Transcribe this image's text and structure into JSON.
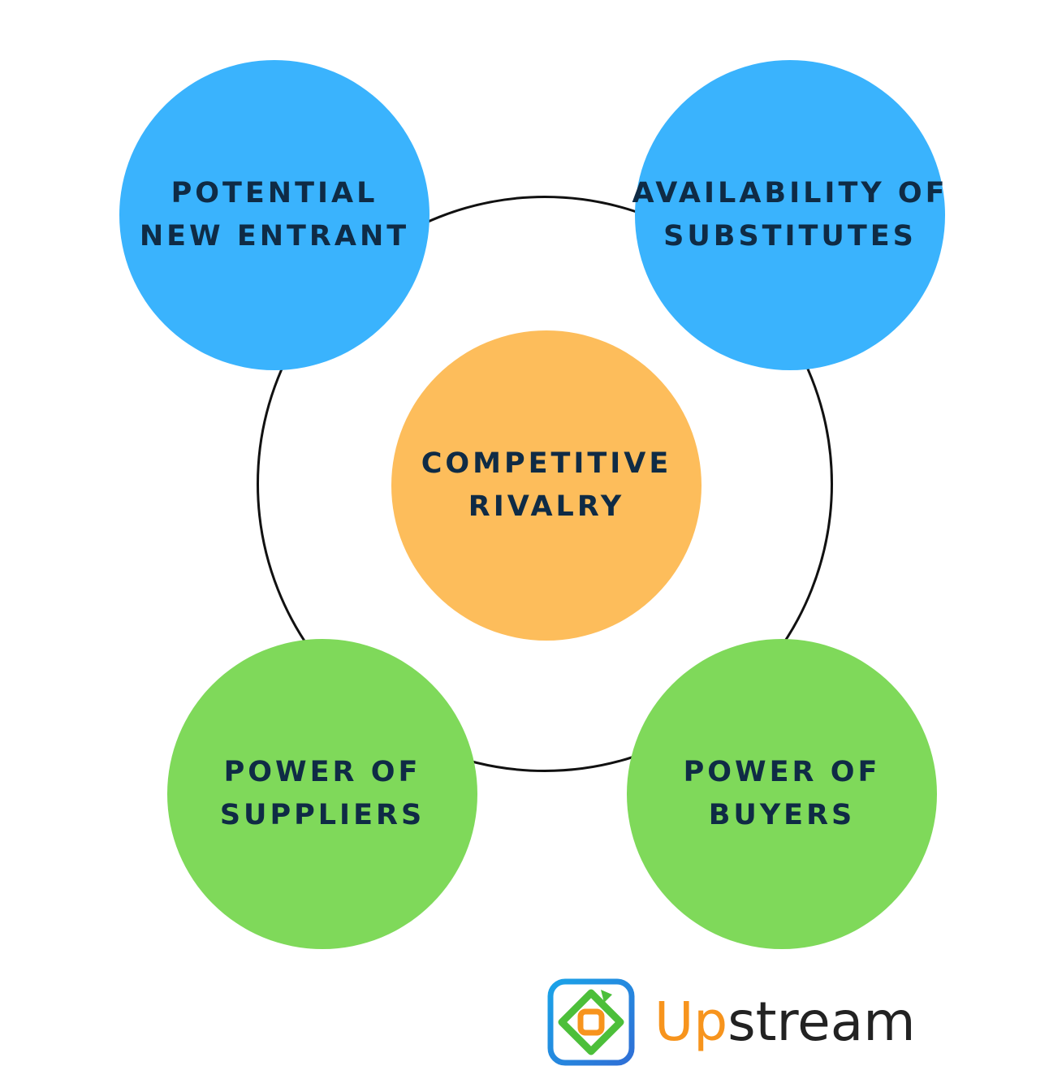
{
  "colors": {
    "blue": "#3ab3fd",
    "green": "#7fd95a",
    "orange": "#fdbd5b",
    "text": "#0f2b45",
    "ring": "#111111",
    "logo_orange": "#f7941d",
    "logo_dark": "#222222"
  },
  "nodes": {
    "top_left": {
      "line1": "POTENTIAL",
      "line2": "NEW ENTRANT"
    },
    "top_right": {
      "line1": "AVAILABILITY OF",
      "line2": "SUBSTITUTES"
    },
    "center": {
      "line1": "COMPETITIVE",
      "line2": "RIVALRY"
    },
    "bottom_left": {
      "line1": "POWER OF",
      "line2": "SUPPLIERS"
    },
    "bottom_right": {
      "line1": "POWER OF",
      "line2": "BUYERS"
    }
  },
  "logo": {
    "word_part1": "Up",
    "word_part2": "stream",
    "icon": "upstream-logo-icon"
  }
}
